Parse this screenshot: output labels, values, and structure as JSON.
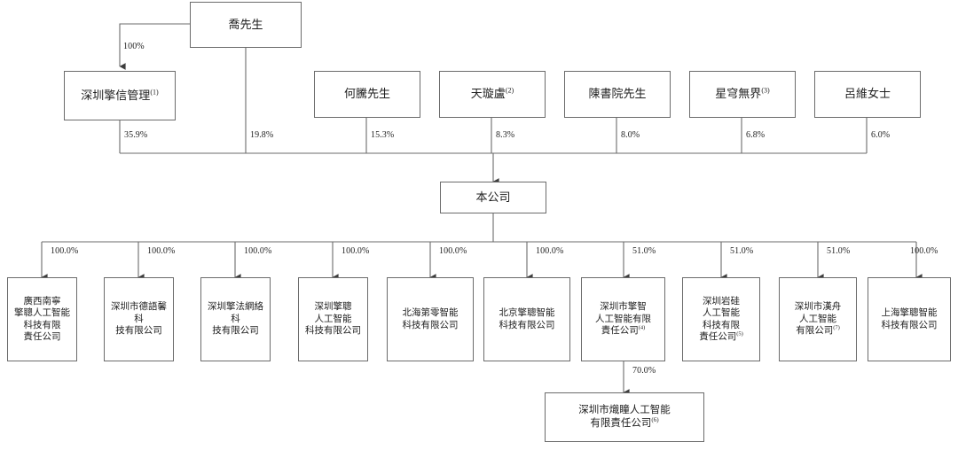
{
  "diagram": {
    "title": "Shareholding Structure Chart",
    "type": "org-chart",
    "background_color": "#ffffff",
    "line_color": "#6b6b6b",
    "box_border_color": "#6b6b6b",
    "text_color": "#1f1f1f"
  },
  "controller": {
    "label": "喬先生"
  },
  "holding_vehicle": {
    "label": "深圳擎信管理",
    "footnote": "(1)",
    "from_controller_pct": "100%"
  },
  "shareholders": [
    {
      "label": "深圳擎信管理",
      "footnote": "(1)",
      "pct": "35.9%"
    },
    {
      "label": "喬先生",
      "footnote": "",
      "pct": "19.8%"
    },
    {
      "label": "何騰先生",
      "footnote": "",
      "pct": "15.3%"
    },
    {
      "label": "天璇盧",
      "footnote": "(2)",
      "pct": "8.3%"
    },
    {
      "label": "陳書院先生",
      "footnote": "",
      "pct": "8.0%"
    },
    {
      "label": "星穹無界",
      "footnote": "(3)",
      "pct": "6.8%"
    },
    {
      "label": "呂維女士",
      "footnote": "",
      "pct": "6.0%"
    }
  ],
  "company": {
    "label": "本公司"
  },
  "subsidiaries": [
    {
      "label": "廣西南寧\n擎聰人工智能\n科技有限\n責任公司",
      "footnote": "",
      "pct": "100.0%"
    },
    {
      "label": "深圳市德語馨科\n技有限公司",
      "footnote": "",
      "pct": "100.0%"
    },
    {
      "label": "深圳擎法網絡科\n技有限公司",
      "footnote": "",
      "pct": "100.0%"
    },
    {
      "label": "深圳擎聰\n人工智能\n科技有限公司",
      "footnote": "",
      "pct": "100.0%"
    },
    {
      "label": "北海第零智能\n科技有限公司",
      "footnote": "",
      "pct": "100.0%"
    },
    {
      "label": "北京擎聰智能\n科技有限公司",
      "footnote": "",
      "pct": "100.0%"
    },
    {
      "label": "深圳市擎智\n人工智能有限\n責任公司",
      "footnote": "(4)",
      "pct": "51.0%"
    },
    {
      "label": "深圳岩硅\n人工智能\n科技有限\n責任公司",
      "footnote": "(5)",
      "pct": "51.0%"
    },
    {
      "label": "深圳市漢舟\n人工智能\n有限公司",
      "footnote": "(7)",
      "pct": "51.0%"
    },
    {
      "label": "上海擎聰智能\n科技有限公司",
      "footnote": "",
      "pct": "100.0%"
    }
  ],
  "sub_subsidiary": {
    "label": "深圳市熾瞳人工智能\n有限責任公司",
    "footnote": "(6)",
    "pct": "70.0%",
    "parent_index": 6
  }
}
